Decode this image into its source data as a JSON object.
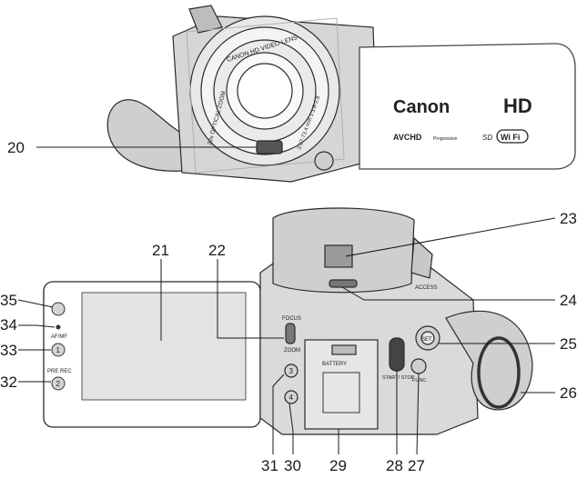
{
  "camera_front": {
    "brand": "Canon",
    "hd_mark": "HD",
    "format_logo": "AVCHD",
    "format_sub": "Progressive",
    "sd_mark": "SD",
    "wifi_logo": "Wi Fi",
    "lens_ring_text": "CANON HD VIDEO LENS",
    "lens_ring_text_2": "20x OPTICAL ZOOM",
    "lens_spec": "3.67-73.4 mm 1:1.8-2.8"
  },
  "camera_rear": {
    "focus_label": "FOCUS",
    "zoom_label": "ZOOM",
    "battery_label": "BATTERY",
    "start_stop_label": "START/ STOP",
    "func_label": "FUNC.",
    "set_label": "SET",
    "access_label": "ACCESS",
    "af_mf_label": "AF/MF",
    "pre_rec_label": "PRE REC",
    "assign_1": "1",
    "assign_2": "2",
    "assign_3": "3",
    "assign_4": "4"
  },
  "callouts": [
    "20",
    "21",
    "22",
    "23",
    "24",
    "25",
    "26",
    "27",
    "28",
    "29",
    "30",
    "31",
    "32",
    "33",
    "34",
    "35"
  ],
  "colors": {
    "line": "#1a1a1a",
    "body_grey": "#d9d9d9",
    "lens_glass": "#f2f2f2"
  }
}
